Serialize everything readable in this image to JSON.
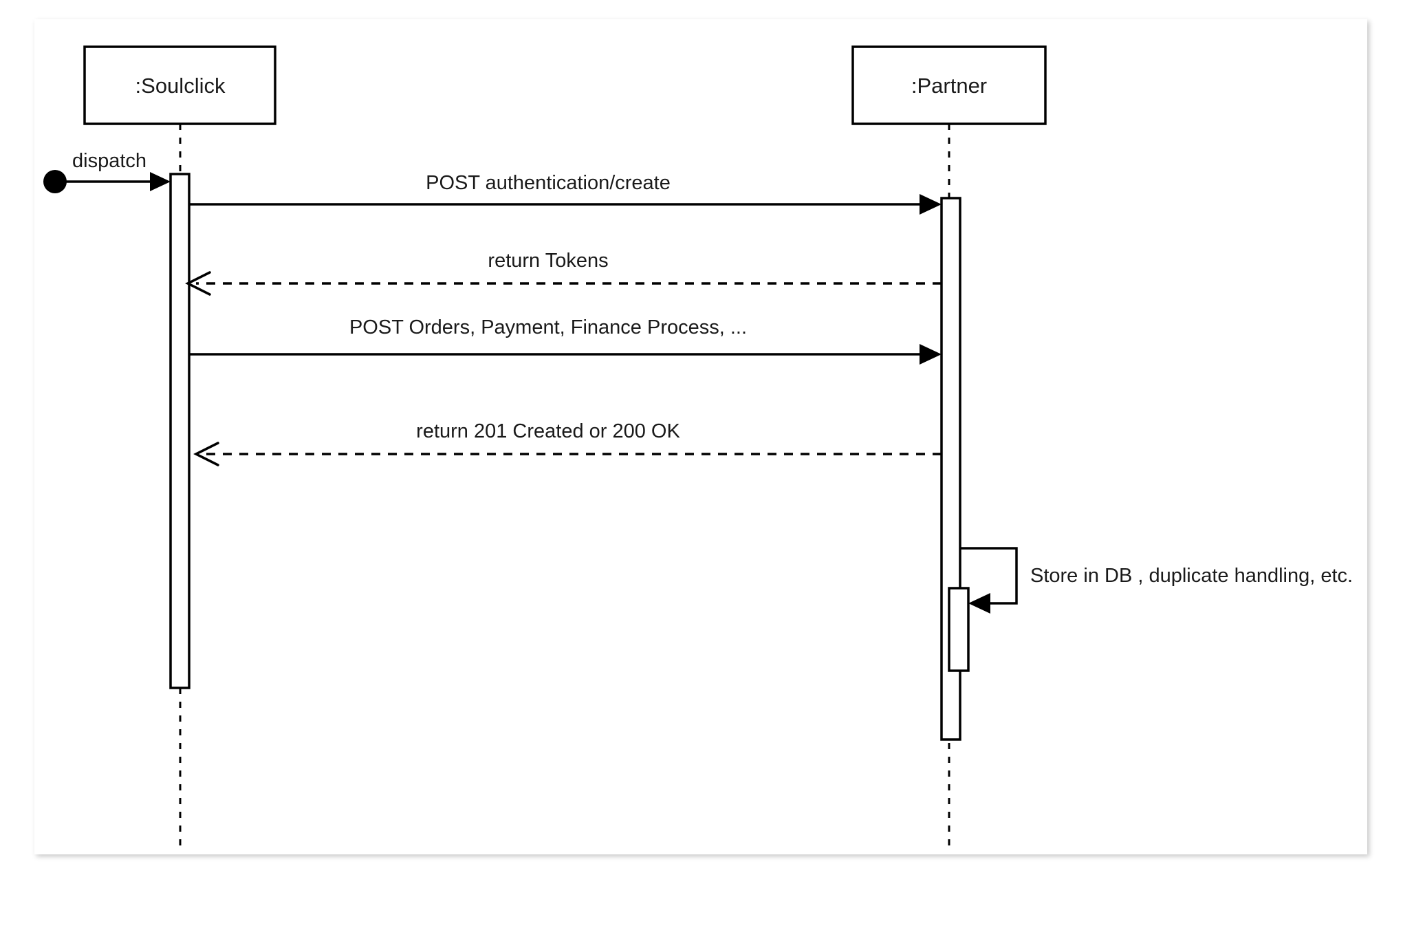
{
  "diagram": {
    "type": "uml-sequence-diagram",
    "canvas": {
      "background": "#ffffff",
      "line_color": "#000000"
    },
    "participants": [
      {
        "id": "soulclick",
        "label": ":Soulclick"
      },
      {
        "id": "partner",
        "label": ":Partner"
      }
    ],
    "start": {
      "label": "dispatch",
      "target": "soulclick"
    },
    "messages": [
      {
        "index": 1,
        "label": "POST authentication/create",
        "from": "soulclick",
        "to": "partner",
        "style": "solid",
        "arrow": "filled"
      },
      {
        "index": 2,
        "label": "return Tokens",
        "from": "partner",
        "to": "soulclick",
        "style": "dashed",
        "arrow": "open"
      },
      {
        "index": 3,
        "label": "POST Orders, Payment, Finance Process, ...",
        "from": "soulclick",
        "to": "partner",
        "style": "solid",
        "arrow": "filled"
      },
      {
        "index": 4,
        "label": "return 201 Created or 200 OK",
        "from": "partner",
        "to": "soulclick",
        "style": "dashed",
        "arrow": "open"
      },
      {
        "index": 5,
        "label": "Store in DB , duplicate handling, etc.",
        "from": "partner",
        "to": "partner",
        "style": "solid",
        "arrow": "filled",
        "self_message": true
      }
    ]
  }
}
